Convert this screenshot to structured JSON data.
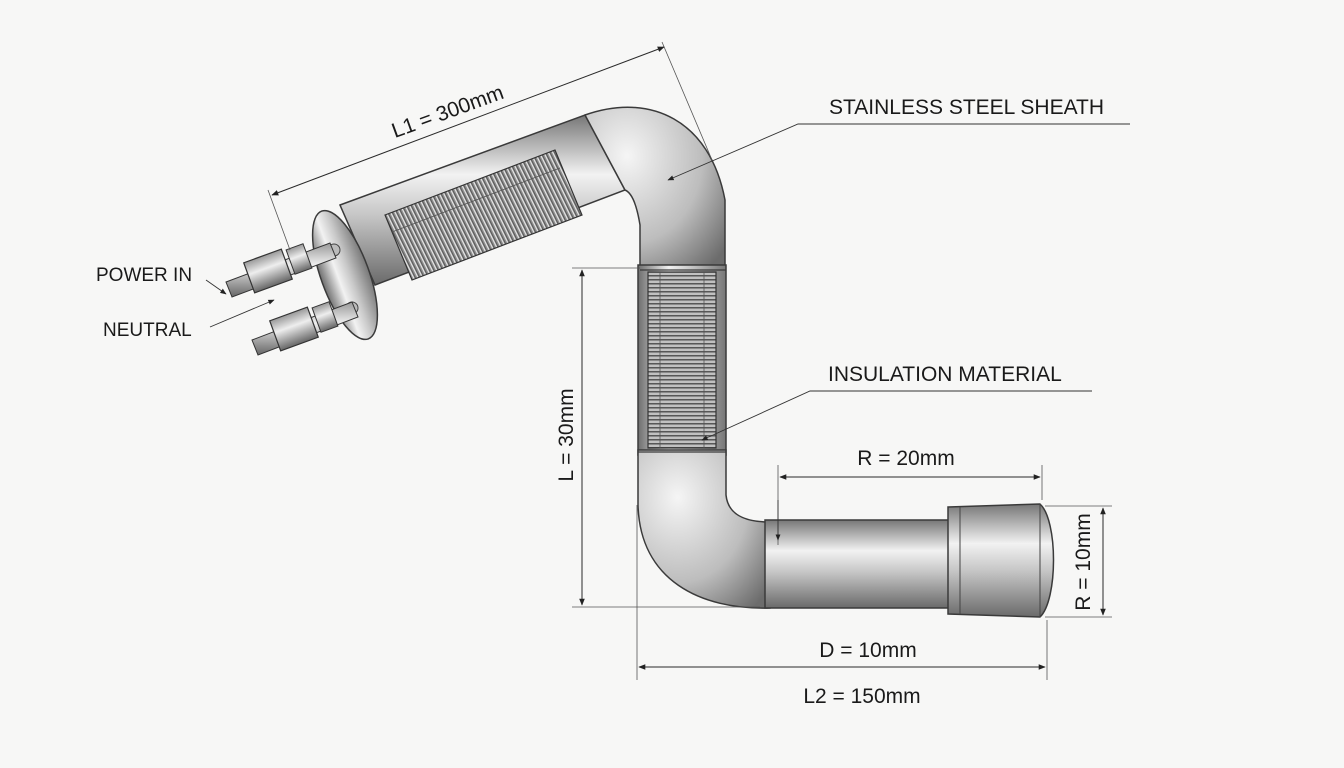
{
  "callouts": {
    "sheath": "STAINLESS STEEL SHEATH",
    "insulation": "INSULATION MATERIAL",
    "power_in": "POWER IN",
    "neutral": "NEUTRAL"
  },
  "dimensions": {
    "l1": "L1 = 300mm",
    "l": "L = 30mm",
    "r_bend": "R = 20mm",
    "r_tip": "R = 10mm",
    "d": "D = 10mm",
    "l2": "L2 = 150mm"
  },
  "colors": {
    "tube_light": "#f2f2f2",
    "tube_mid": "#b9b9b9",
    "tube_dark": "#6e6e6e",
    "outline": "#3a3a3a",
    "label": "#1a1a1a"
  }
}
